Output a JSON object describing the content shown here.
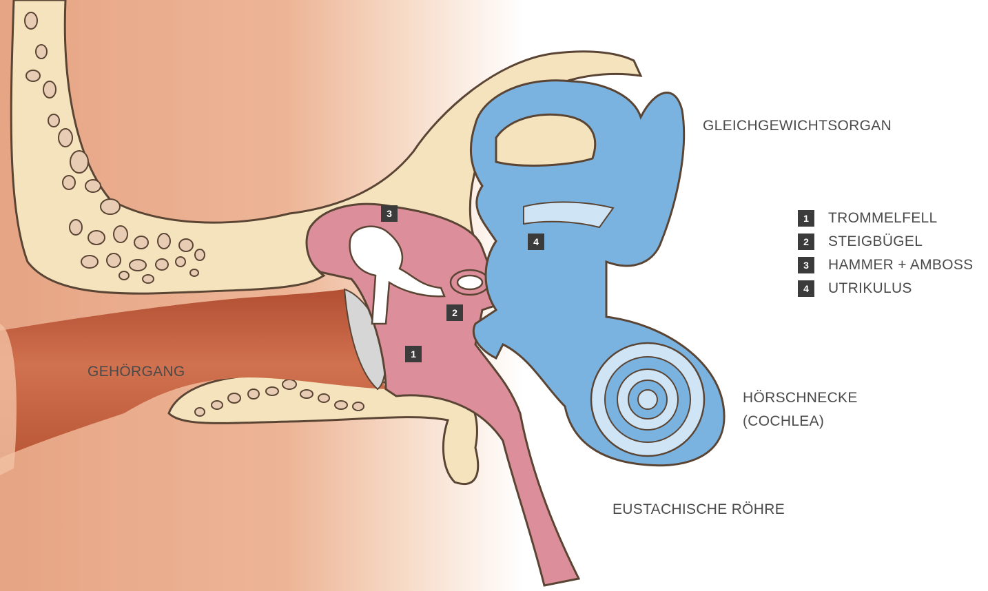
{
  "labels": {
    "vestibular": "GLEICHGEWICHTSORGAN",
    "ear_canal": "GEHÖRGANG",
    "cochlea_line1": "HÖRSCHNECKE",
    "cochlea_line2": "(COCHLEA)",
    "eustachian": "EUSTACHISCHE RÖHRE"
  },
  "markers": [
    "1",
    "2",
    "3",
    "4"
  ],
  "legend": [
    {
      "num": "1",
      "text": "TROMMELFELL"
    },
    {
      "num": "2",
      "text": "STEIGBÜGEL"
    },
    {
      "num": "3",
      "text": "HAMMER + AMBOSS"
    },
    {
      "num": "4",
      "text": "UTRIKULUS"
    }
  ],
  "colors": {
    "skin": "#e8a887",
    "canal": "#c8603f",
    "bone": "#f4e3bd",
    "middle_ear": "#dc8f9a",
    "inner_ear": "#7ab3e0",
    "inner_ear_light": "#cfe5f5",
    "outline": "#5a4434",
    "marker_bg": "#3b3b3b",
    "text": "#4a4a4a"
  }
}
